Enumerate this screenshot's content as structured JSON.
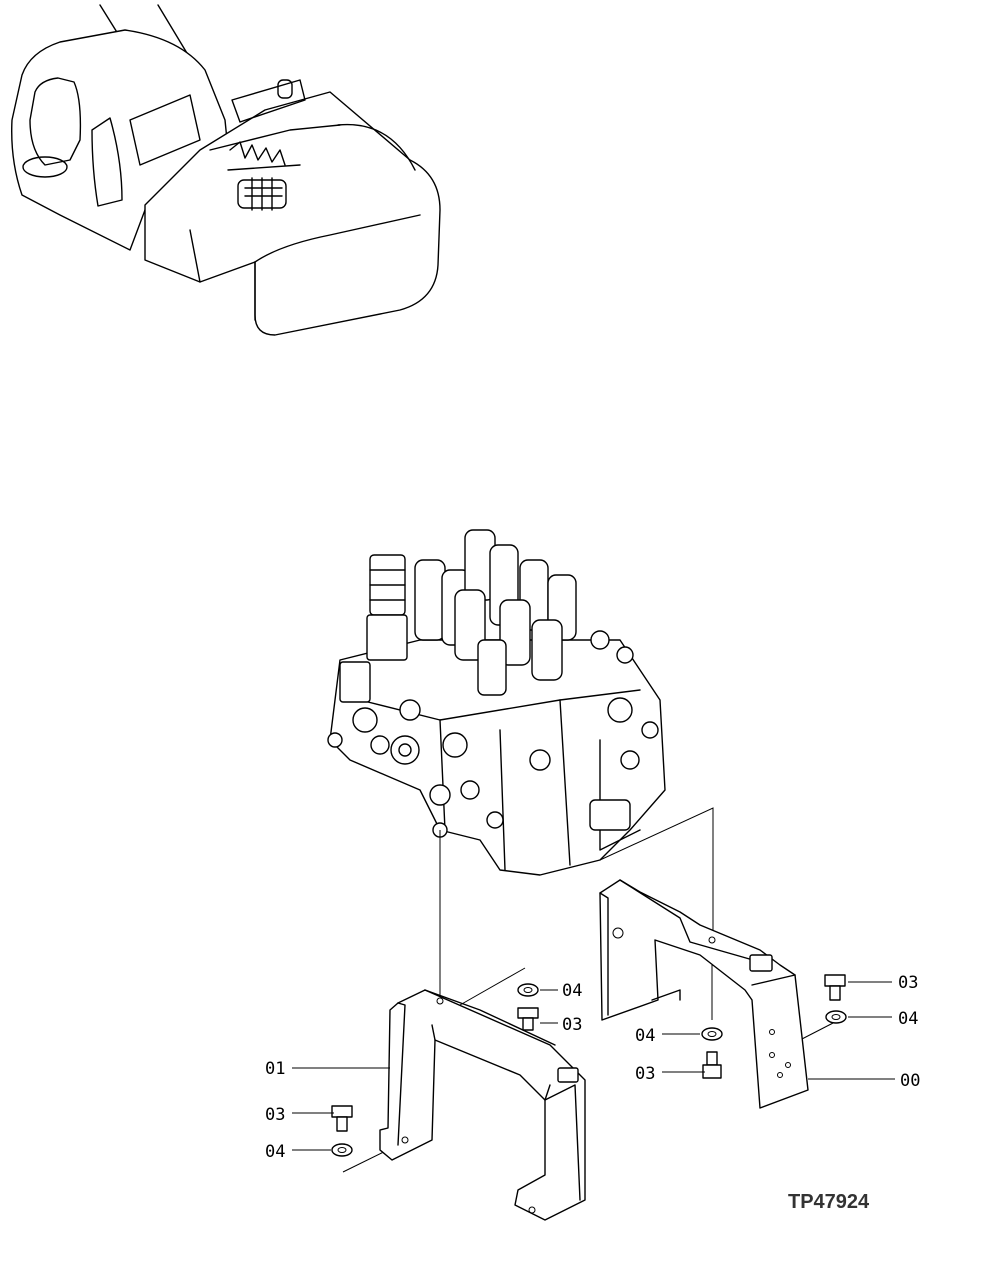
{
  "drawing_code": "TP47924",
  "callouts": [
    {
      "id": "c-01",
      "text": "01"
    },
    {
      "id": "c-00",
      "text": "00"
    },
    {
      "id": "c-03-a",
      "text": "03"
    },
    {
      "id": "c-04-a",
      "text": "04"
    },
    {
      "id": "c-04-b",
      "text": "04"
    },
    {
      "id": "c-03-b",
      "text": "03"
    },
    {
      "id": "c-04-c",
      "text": "04"
    },
    {
      "id": "c-03-c",
      "text": "03"
    },
    {
      "id": "c-03-d",
      "text": "03"
    },
    {
      "id": "c-04-d",
      "text": "04"
    }
  ]
}
